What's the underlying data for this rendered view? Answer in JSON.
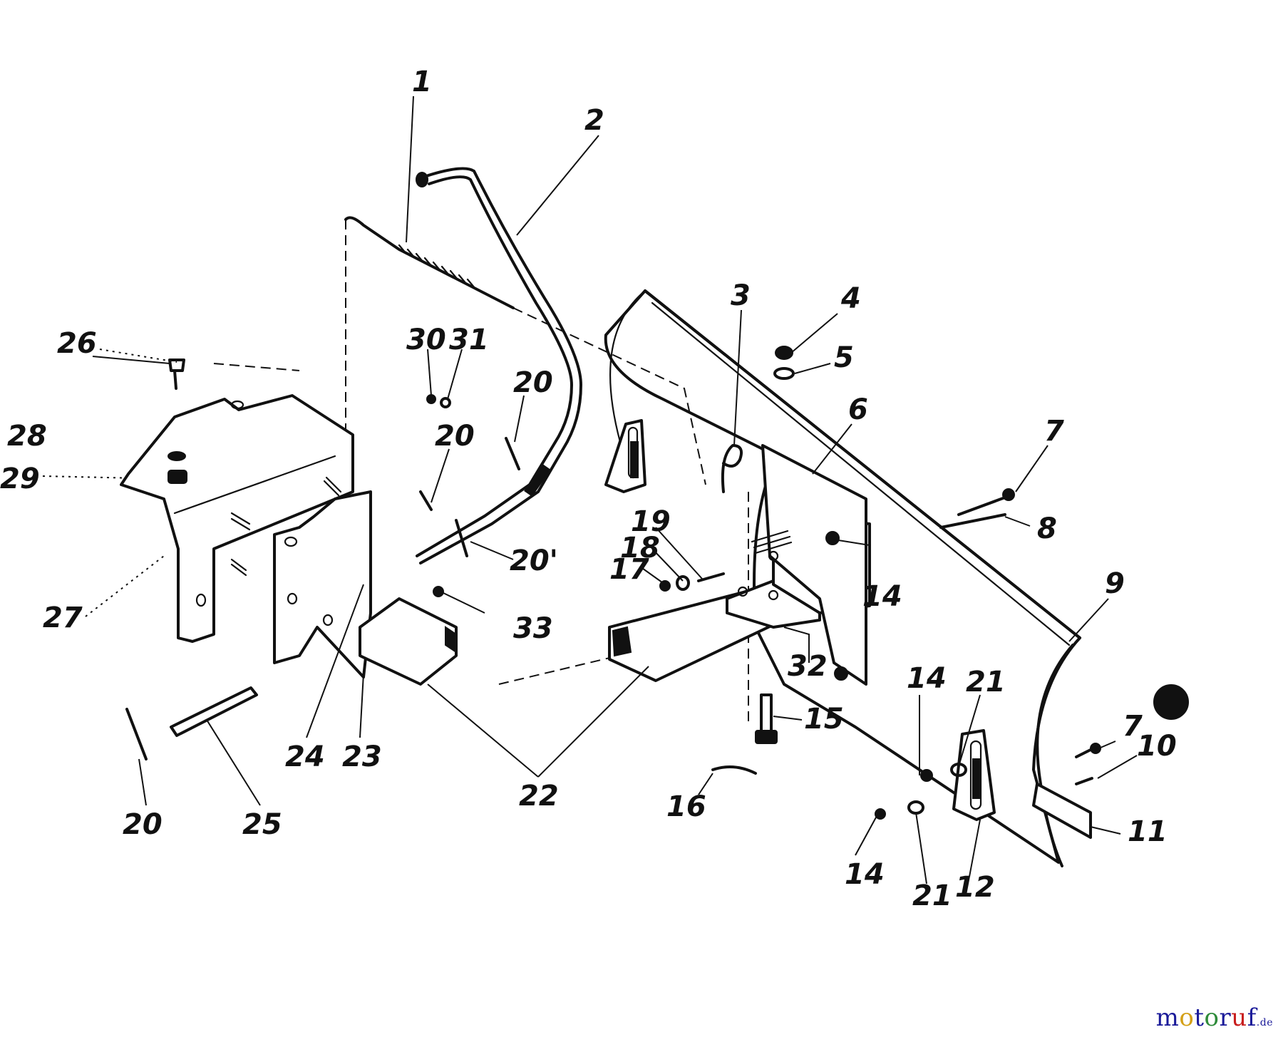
{
  "labels": [
    "1",
    "2",
    "3",
    "4",
    "5",
    "6",
    "7",
    "8",
    "9",
    "10",
    "11",
    "12",
    "14",
    "15",
    "16",
    "17",
    "18",
    "19",
    "20",
    "20'",
    "21",
    "22",
    "23",
    "24",
    "25",
    "26",
    "27",
    "28",
    "29",
    "30",
    "31",
    "32",
    "33"
  ],
  "watermark": {
    "letters": [
      {
        "char": "m",
        "color": "#1a1a99"
      },
      {
        "char": "o",
        "color": "#d4a017"
      },
      {
        "char": "t",
        "color": "#1a1a99"
      },
      {
        "char": "o",
        "color": "#2e8b3a"
      },
      {
        "char": "r",
        "color": "#1a1a99"
      },
      {
        "char": "u",
        "color": "#c81e1e"
      },
      {
        "char": "f",
        "color": "#1a1a99"
      }
    ],
    "suffix": ".de"
  },
  "colors": {
    "ink": "#111111",
    "paper": "#ffffff"
  }
}
